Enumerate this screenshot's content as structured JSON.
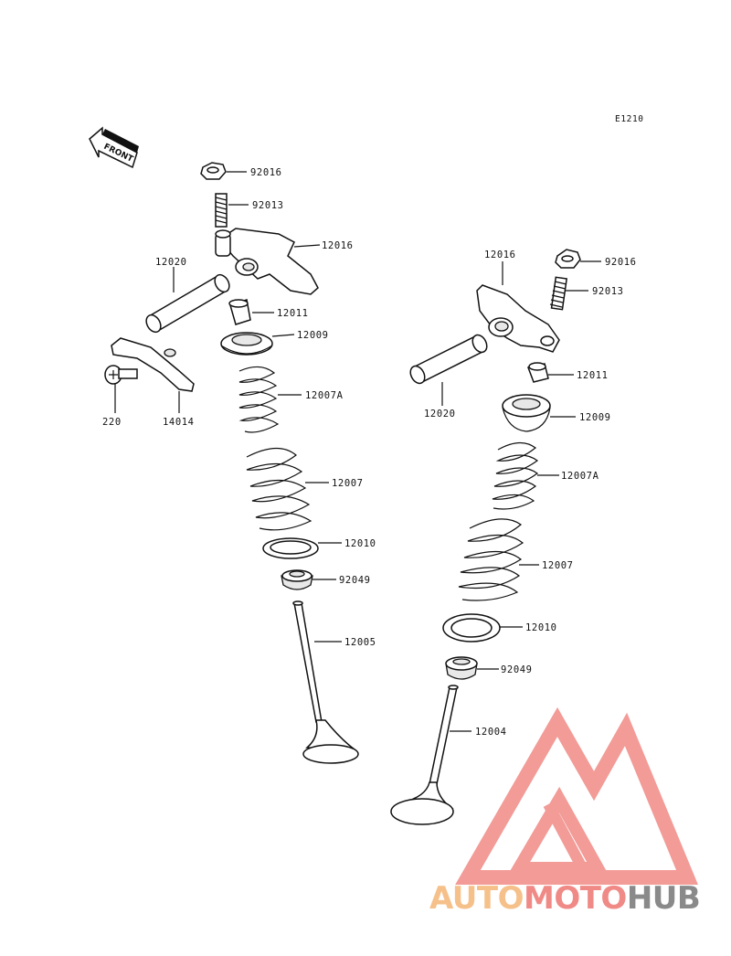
{
  "diagram": {
    "code": "E1210",
    "front_label": "FRONT",
    "left_parts": [
      {
        "id": "92016"
      },
      {
        "id": "92013"
      },
      {
        "id": "12016"
      },
      {
        "id": "12020"
      },
      {
        "id": "12011"
      },
      {
        "id": "12009"
      },
      {
        "id": "220"
      },
      {
        "id": "14014"
      },
      {
        "id": "12007A"
      },
      {
        "id": "12007"
      },
      {
        "id": "12010"
      },
      {
        "id": "92049"
      },
      {
        "id": "12005"
      }
    ],
    "right_parts": [
      {
        "id": "12016"
      },
      {
        "id": "92016"
      },
      {
        "id": "92013"
      },
      {
        "id": "12011"
      },
      {
        "id": "12020"
      },
      {
        "id": "12009"
      },
      {
        "id": "12007A"
      },
      {
        "id": "12007"
      },
      {
        "id": "12010"
      },
      {
        "id": "92049"
      },
      {
        "id": "12004"
      }
    ]
  },
  "watermark": {
    "part1": "AUTO",
    "part2": "MOTO",
    "part3": "HUB",
    "color_light": "#f6c08a",
    "color_red": "#f08a86",
    "color_dark": "#8a8a8a"
  }
}
